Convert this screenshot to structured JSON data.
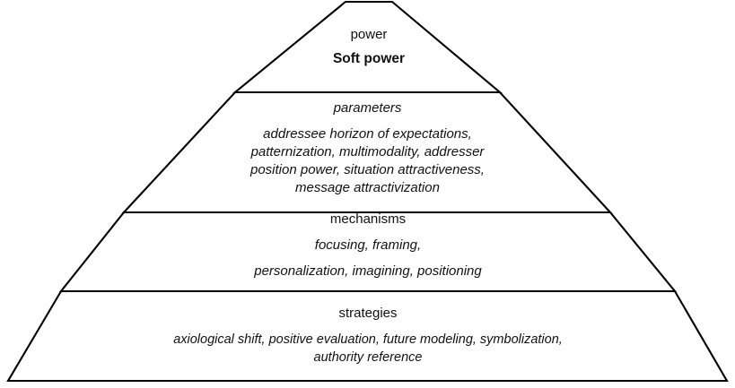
{
  "diagram": {
    "type": "pyramid",
    "title_text": "Soft power",
    "background_color": "#ffffff",
    "stroke_color": "#000000",
    "text_color": "#111111",
    "tiers": [
      {
        "id": "tier-1",
        "level": 1,
        "name": "apex",
        "heading": "power",
        "heading_style": "upright",
        "body": "Soft power",
        "body_style": "bold"
      },
      {
        "id": "tier-2",
        "level": 2,
        "name": "parameters",
        "heading": "parameters",
        "heading_style": "italic",
        "body_line_1": "addressee horizon of expectations,",
        "body_line_2": "patternization, multimodality, addresser",
        "body_line_3": "position power, situation attractiveness,",
        "body_line_4": "message attractivization",
        "body_style": "italic"
      },
      {
        "id": "tier-3",
        "level": 3,
        "name": "mechanisms",
        "heading": "mechanisms",
        "heading_style": "upright",
        "body_line_1": "focusing, framing,",
        "body_line_2": "personalization, imagining, positioning",
        "body_style": "italic"
      },
      {
        "id": "tier-4",
        "level": 4,
        "name": "strategies",
        "heading": "strategies",
        "heading_style": "upright",
        "body_line_1": "axiological shift, positive evaluation, future modeling, symbolization,",
        "body_line_2": "authority reference",
        "body_style": "italic"
      }
    ]
  }
}
